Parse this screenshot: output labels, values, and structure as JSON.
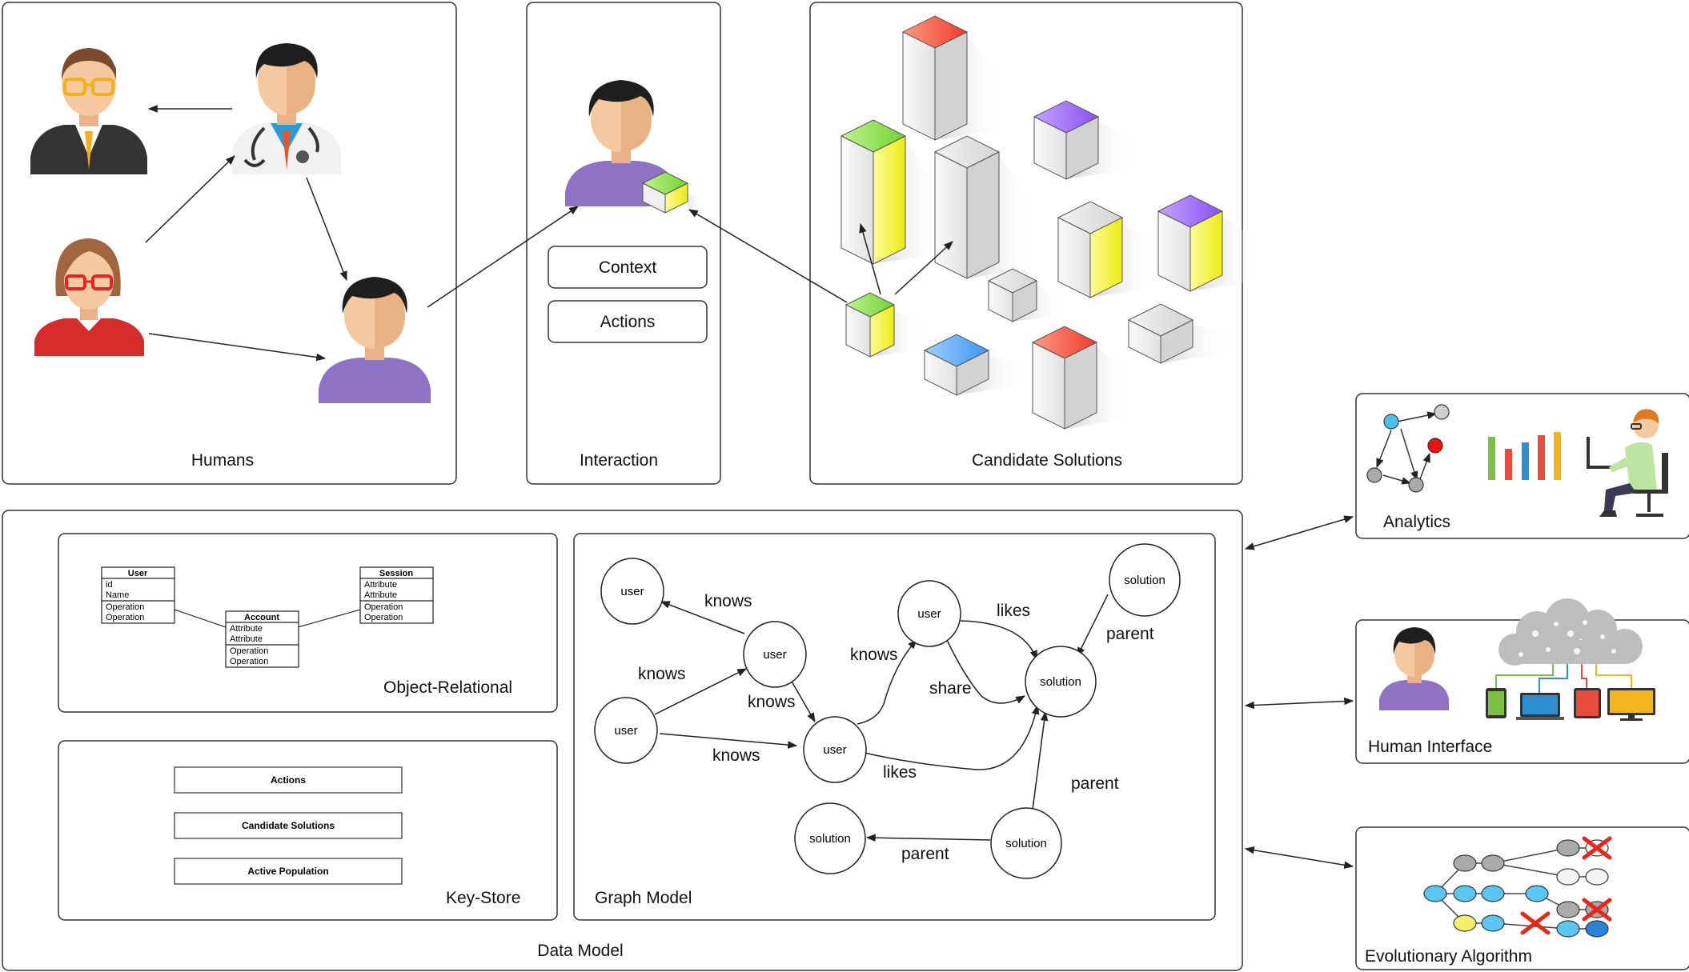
{
  "panels": {
    "humans": "Humans",
    "interaction": "Interaction",
    "candidate_solutions": "Candidate Solutions",
    "analytics": "Analytics",
    "human_interface": "Human Interface",
    "evolutionary_algorithm": "Evolutionary Algorithm",
    "data_model": "Data Model",
    "object_relational": "Object-Relational",
    "key_store": "Key-Store",
    "graph_model": "Graph Model"
  },
  "interaction": {
    "context": "Context",
    "actions": "Actions"
  },
  "object_relational": {
    "user": {
      "title": "User",
      "fields": [
        "id",
        "Name"
      ],
      "ops": [
        "Operation",
        "Operation"
      ]
    },
    "account": {
      "title": "Account",
      "fields": [
        "Attribute",
        "Attribute"
      ],
      "ops": [
        "Operation",
        "Operation"
      ]
    },
    "session": {
      "title": "Session",
      "fields": [
        "Attribute",
        "Attribute"
      ],
      "ops": [
        "Operation",
        "Operation"
      ]
    }
  },
  "key_store": {
    "items": [
      "Actions",
      "Candidate Solutions",
      "Active Population"
    ]
  },
  "graph": {
    "nodes": {
      "user_a": "user",
      "user_b": "user",
      "user_c": "user",
      "user_d": "user",
      "user_e": "user",
      "solution_top": "solution",
      "solution_center": "solution",
      "solution_left": "solution",
      "solution_bottom": "solution"
    },
    "edges": {
      "knows_1": "knows",
      "knows_2": "knows",
      "knows_3": "knows",
      "knows_4": "knows",
      "knows_5": "knows",
      "likes_1": "likes",
      "likes_2": "likes",
      "share": "share",
      "parent_1": "parent",
      "parent_2": "parent",
      "parent_3": "parent"
    }
  },
  "colors": {
    "green": "#8de05a",
    "red": "#ff4a3a",
    "purple": "#9a63ff",
    "blue": "#4aa3ff",
    "yellow": "#f2f011",
    "person_shirt": "#8e72c4",
    "skin": "#f4c9a0"
  }
}
